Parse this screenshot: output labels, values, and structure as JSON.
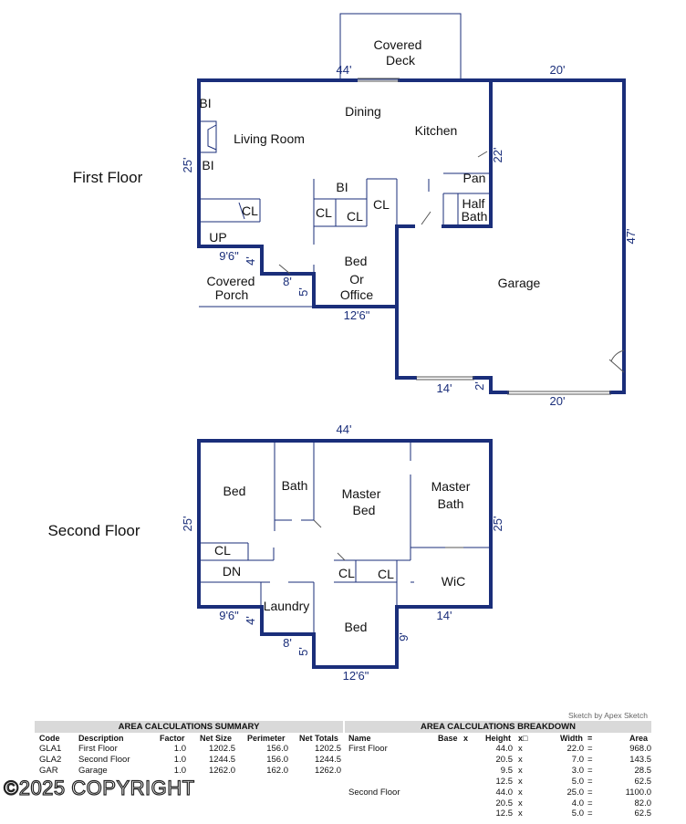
{
  "floors": {
    "first_label": "First Floor",
    "second_label": "Second Floor"
  },
  "first_floor": {
    "covered_deck": "Covered Deck",
    "dining": "Dining",
    "kitchen": "Kitchen",
    "living_room": "Living Room",
    "bi_top": "BI",
    "bi_bottom": "BI",
    "bi_center": "BI",
    "pan": "Pan",
    "half_bath": "Half Bath",
    "cl_a": "CL",
    "cl_b": "CL",
    "cl_c": "CL",
    "cl_d": "CL",
    "up": "UP",
    "covered_porch": "Covered Porch",
    "bed_office": "Bed Or Office",
    "garage": "Garage",
    "dims": {
      "top_left": "44'",
      "top_right": "20'",
      "left": "25'",
      "kitchen_right": "22'",
      "garage_right": "47'",
      "porch_width": "9'6\"",
      "porch_step": "4'",
      "porch_8": "8'",
      "porch_5": "5'",
      "bed_bottom": "12'6\"",
      "garage_14": "14'",
      "garage_2": "2'",
      "garage_20": "20'"
    }
  },
  "second_floor": {
    "bed_left": "Bed",
    "bath": "Bath",
    "master_bed": "Master Bed",
    "master_bath": "Master Bath",
    "cl_left": "CL",
    "dn": "DN",
    "cl_mid1": "CL",
    "cl_mid2": "CL",
    "wic": "WiC",
    "laundry": "Laundry",
    "bed_bottom": "Bed",
    "dims": {
      "top": "44'",
      "left": "25'",
      "right": "25'",
      "left_step": "9'6\"",
      "step_4": "4'",
      "step_8": "8'",
      "step_5": "5'",
      "right_14": "14'",
      "right_9": "9'",
      "bottom": "12'6\""
    }
  },
  "credit": "Sketch by Apex Sketch",
  "summary": {
    "title": "AREA CALCULATIONS SUMMARY",
    "headers": [
      "Code",
      "Description",
      "Factor",
      "Net Size",
      "Perimeter",
      "Net Totals"
    ],
    "rows": [
      [
        "GLA1",
        "First Floor",
        "1.0",
        "1202.5",
        "156.0",
        "1202.5"
      ],
      [
        "GLA2",
        "Second Floor",
        "1.0",
        "1244.5",
        "156.0",
        "1244.5"
      ],
      [
        "GAR",
        "Garage",
        "1.0",
        "1262.0",
        "162.0",
        "1262.0"
      ]
    ]
  },
  "breakdown": {
    "title": "AREA CALCULATIONS BREAKDOWN",
    "headers": [
      "Name",
      "Base",
      "x",
      "Height",
      "x□",
      "Width",
      "=",
      "Area"
    ],
    "rows": [
      {
        "name": "First Floor",
        "height": "44.0",
        "x": "x",
        "width": "22.0",
        "eq": "=",
        "area": "968.0"
      },
      {
        "name": "",
        "height": "20.5",
        "x": "x",
        "width": "7.0",
        "eq": "=",
        "area": "143.5"
      },
      {
        "name": "",
        "height": "9.5",
        "x": "x",
        "width": "3.0",
        "eq": "=",
        "area": "28.5"
      },
      {
        "name": "",
        "height": "12.5",
        "x": "x",
        "width": "5.0",
        "eq": "=",
        "area": "62.5"
      },
      {
        "name": "Second Floor",
        "height": "44.0",
        "x": "x",
        "width": "25.0",
        "eq": "=",
        "area": "1100.0"
      },
      {
        "name": "",
        "height": "20.5",
        "x": "x",
        "width": "4.0",
        "eq": "=",
        "area": "82.0"
      },
      {
        "name": "",
        "height": "12.5",
        "x": "x",
        "width": "5.0",
        "eq": "=",
        "area": "62.5"
      }
    ]
  },
  "copyright": "©2025 COPYRIGHT"
}
